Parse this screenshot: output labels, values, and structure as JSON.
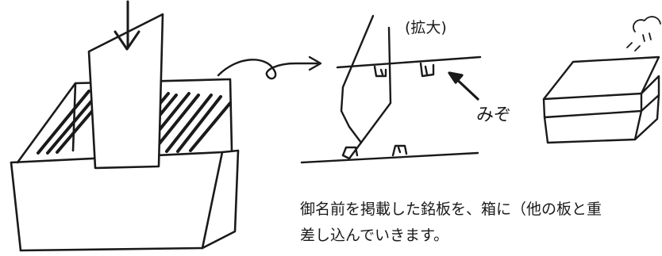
{
  "labels": {
    "zoom": "(拡大)",
    "groove": "みぞ"
  },
  "caption": {
    "line1": "御名前を掲載した銘板を、箱に（他の板と重",
    "line2": "差し込んでいきます。"
  },
  "icons": [
    "down-arrow-icon",
    "curved-arrow-icon",
    "pointer-arrow-icon",
    "steam-icon"
  ],
  "colors": {
    "ink": "#1a1a1a",
    "background": "#ffffff"
  }
}
